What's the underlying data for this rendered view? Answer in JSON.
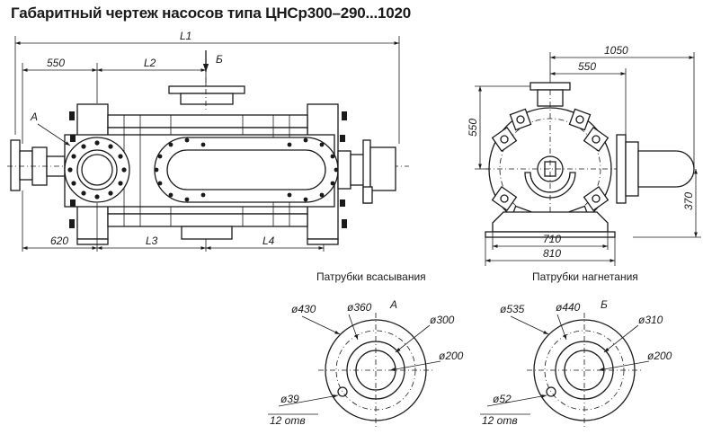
{
  "title": "Габаритный чертеж насосов типа ЦНСр300–290...1020",
  "front_view": {
    "dims": {
      "L1": "L1",
      "d550": "550",
      "L2": "L2",
      "B": "Б",
      "A": "А",
      "d620": "620",
      "L3": "L3",
      "L4": "L4"
    }
  },
  "side_view": {
    "dims": {
      "d1050": "1050",
      "d550": "550",
      "d550v": "550",
      "d370": "370",
      "d710": "710",
      "d810": "810"
    }
  },
  "suction": {
    "caption": "Патрубки всасывания",
    "letter": "А",
    "d_outer": "ø430",
    "d_bolt": "ø360",
    "d_face": "ø300",
    "d_bore": "ø200",
    "hole": "ø39",
    "holes_count": "12 отв"
  },
  "discharge": {
    "caption": "Патрубки нагнетания",
    "letter": "Б",
    "d_outer": "ø535",
    "d_bolt": "ø440",
    "d_face": "ø310",
    "d_bore": "ø200",
    "hole": "ø52",
    "holes_count": "12 отв"
  }
}
